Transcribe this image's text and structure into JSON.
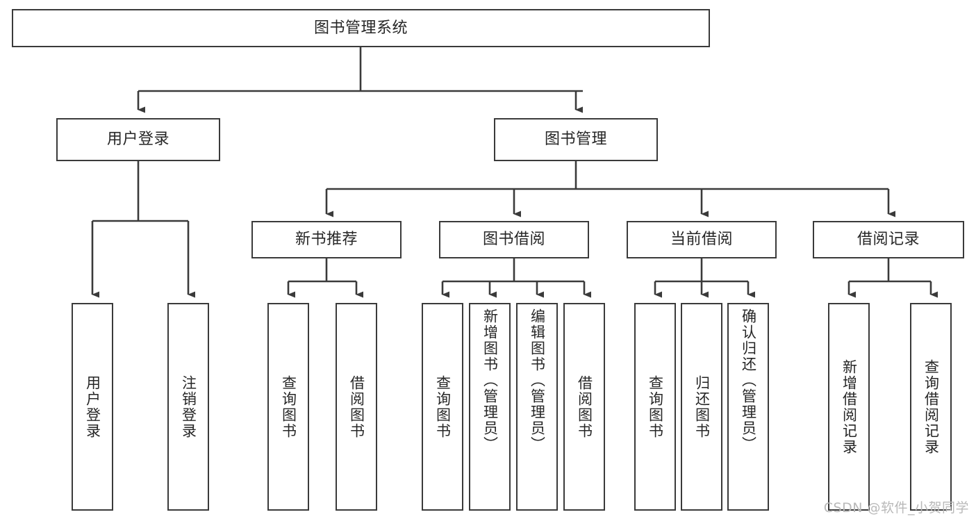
{
  "diagram": {
    "type": "tree",
    "title": "图书管理系统",
    "root": {
      "label": "图书管理系统"
    },
    "level2": [
      {
        "label": "用户登录"
      },
      {
        "label": "图书管理"
      }
    ],
    "level3": [
      {
        "label": "新书推荐"
      },
      {
        "label": "图书借阅"
      },
      {
        "label": "当前借阅"
      },
      {
        "label": "借阅记录"
      }
    ],
    "leaves": [
      {
        "label": "用户登录",
        "parent": "用户登录"
      },
      {
        "label": "注销登录",
        "parent": "用户登录"
      },
      {
        "label": "查询图书",
        "parent": "新书推荐"
      },
      {
        "label": "借阅图书",
        "parent": "新书推荐"
      },
      {
        "label": "查询图书",
        "parent": "图书借阅"
      },
      {
        "label": "新增图书（管理员）",
        "parent": "图书借阅"
      },
      {
        "label": "编辑图书（管理员）",
        "parent": "图书借阅"
      },
      {
        "label": "借阅图书",
        "parent": "图书借阅"
      },
      {
        "label": "查询图书",
        "parent": "当前借阅"
      },
      {
        "label": "归还图书",
        "parent": "当前借阅"
      },
      {
        "label": "确认归还（管理员）",
        "parent": "当前借阅"
      },
      {
        "label": "新增借阅记录",
        "parent": "借阅记录"
      },
      {
        "label": "查询借阅记录",
        "parent": "借阅记录"
      }
    ],
    "colors": {
      "box_border": "#3a3a3a",
      "box_fill": "#ffffff",
      "edge": "#3a3a3a",
      "text": "#262626",
      "watermark": "#b9b9b9"
    }
  },
  "watermark": {
    "text": "CSDN @软件_小贺同学"
  }
}
